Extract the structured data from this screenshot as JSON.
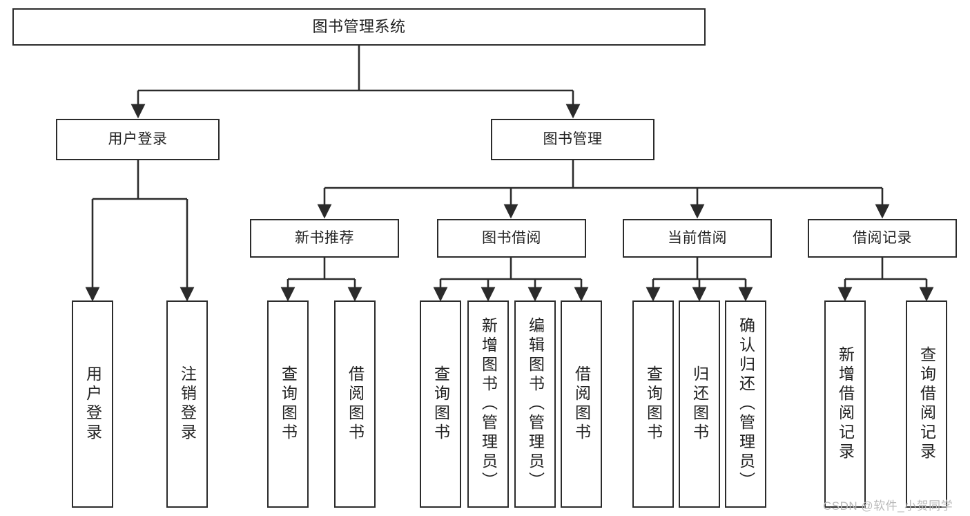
{
  "diagram": {
    "title": "图书管理系统",
    "type": "tree-hierarchy-diagram",
    "root": {
      "id": "root",
      "label": "图书管理系统"
    },
    "level2": [
      {
        "id": "user-login",
        "label": "用户登录"
      },
      {
        "id": "book-manage",
        "label": "图书管理"
      }
    ],
    "level3": [
      {
        "id": "new-book-recommend",
        "label": "新书推荐"
      },
      {
        "id": "book-borrow",
        "label": "图书借阅"
      },
      {
        "id": "current-borrow",
        "label": "当前借阅"
      },
      {
        "id": "borrow-record",
        "label": "借阅记录"
      }
    ],
    "leaves": {
      "user_login": [
        {
          "id": "leaf-user-login",
          "label": "用户登录"
        },
        {
          "id": "leaf-logout-login",
          "label": "注销登录"
        }
      ],
      "new_book_recommend": [
        {
          "id": "leaf-query-book-1",
          "label": "查询图书"
        },
        {
          "id": "leaf-borrow-book-1",
          "label": "借阅图书"
        }
      ],
      "book_borrow": [
        {
          "id": "leaf-query-book-2",
          "label": "查询图书"
        },
        {
          "id": "leaf-add-book",
          "label": "新增图书（管理员）"
        },
        {
          "id": "leaf-edit-book",
          "label": "编辑图书（管理员）"
        },
        {
          "id": "leaf-borrow-book-2",
          "label": "借阅图书"
        }
      ],
      "current_borrow": [
        {
          "id": "leaf-query-book-3",
          "label": "查询图书"
        },
        {
          "id": "leaf-return-book",
          "label": "归还图书"
        },
        {
          "id": "leaf-confirm-return",
          "label": "确认归还（管理员）"
        }
      ],
      "borrow_record": [
        {
          "id": "leaf-add-record",
          "label": "新增借阅记录"
        },
        {
          "id": "leaf-query-record",
          "label": "查询借阅记录"
        }
      ]
    }
  },
  "watermark": {
    "text": "CSDN @软件_小贺同学"
  },
  "colors": {
    "stroke": "#2b2b2b",
    "fill": "#ffffff",
    "text": "#222222",
    "watermark": "#b9b9b9"
  }
}
